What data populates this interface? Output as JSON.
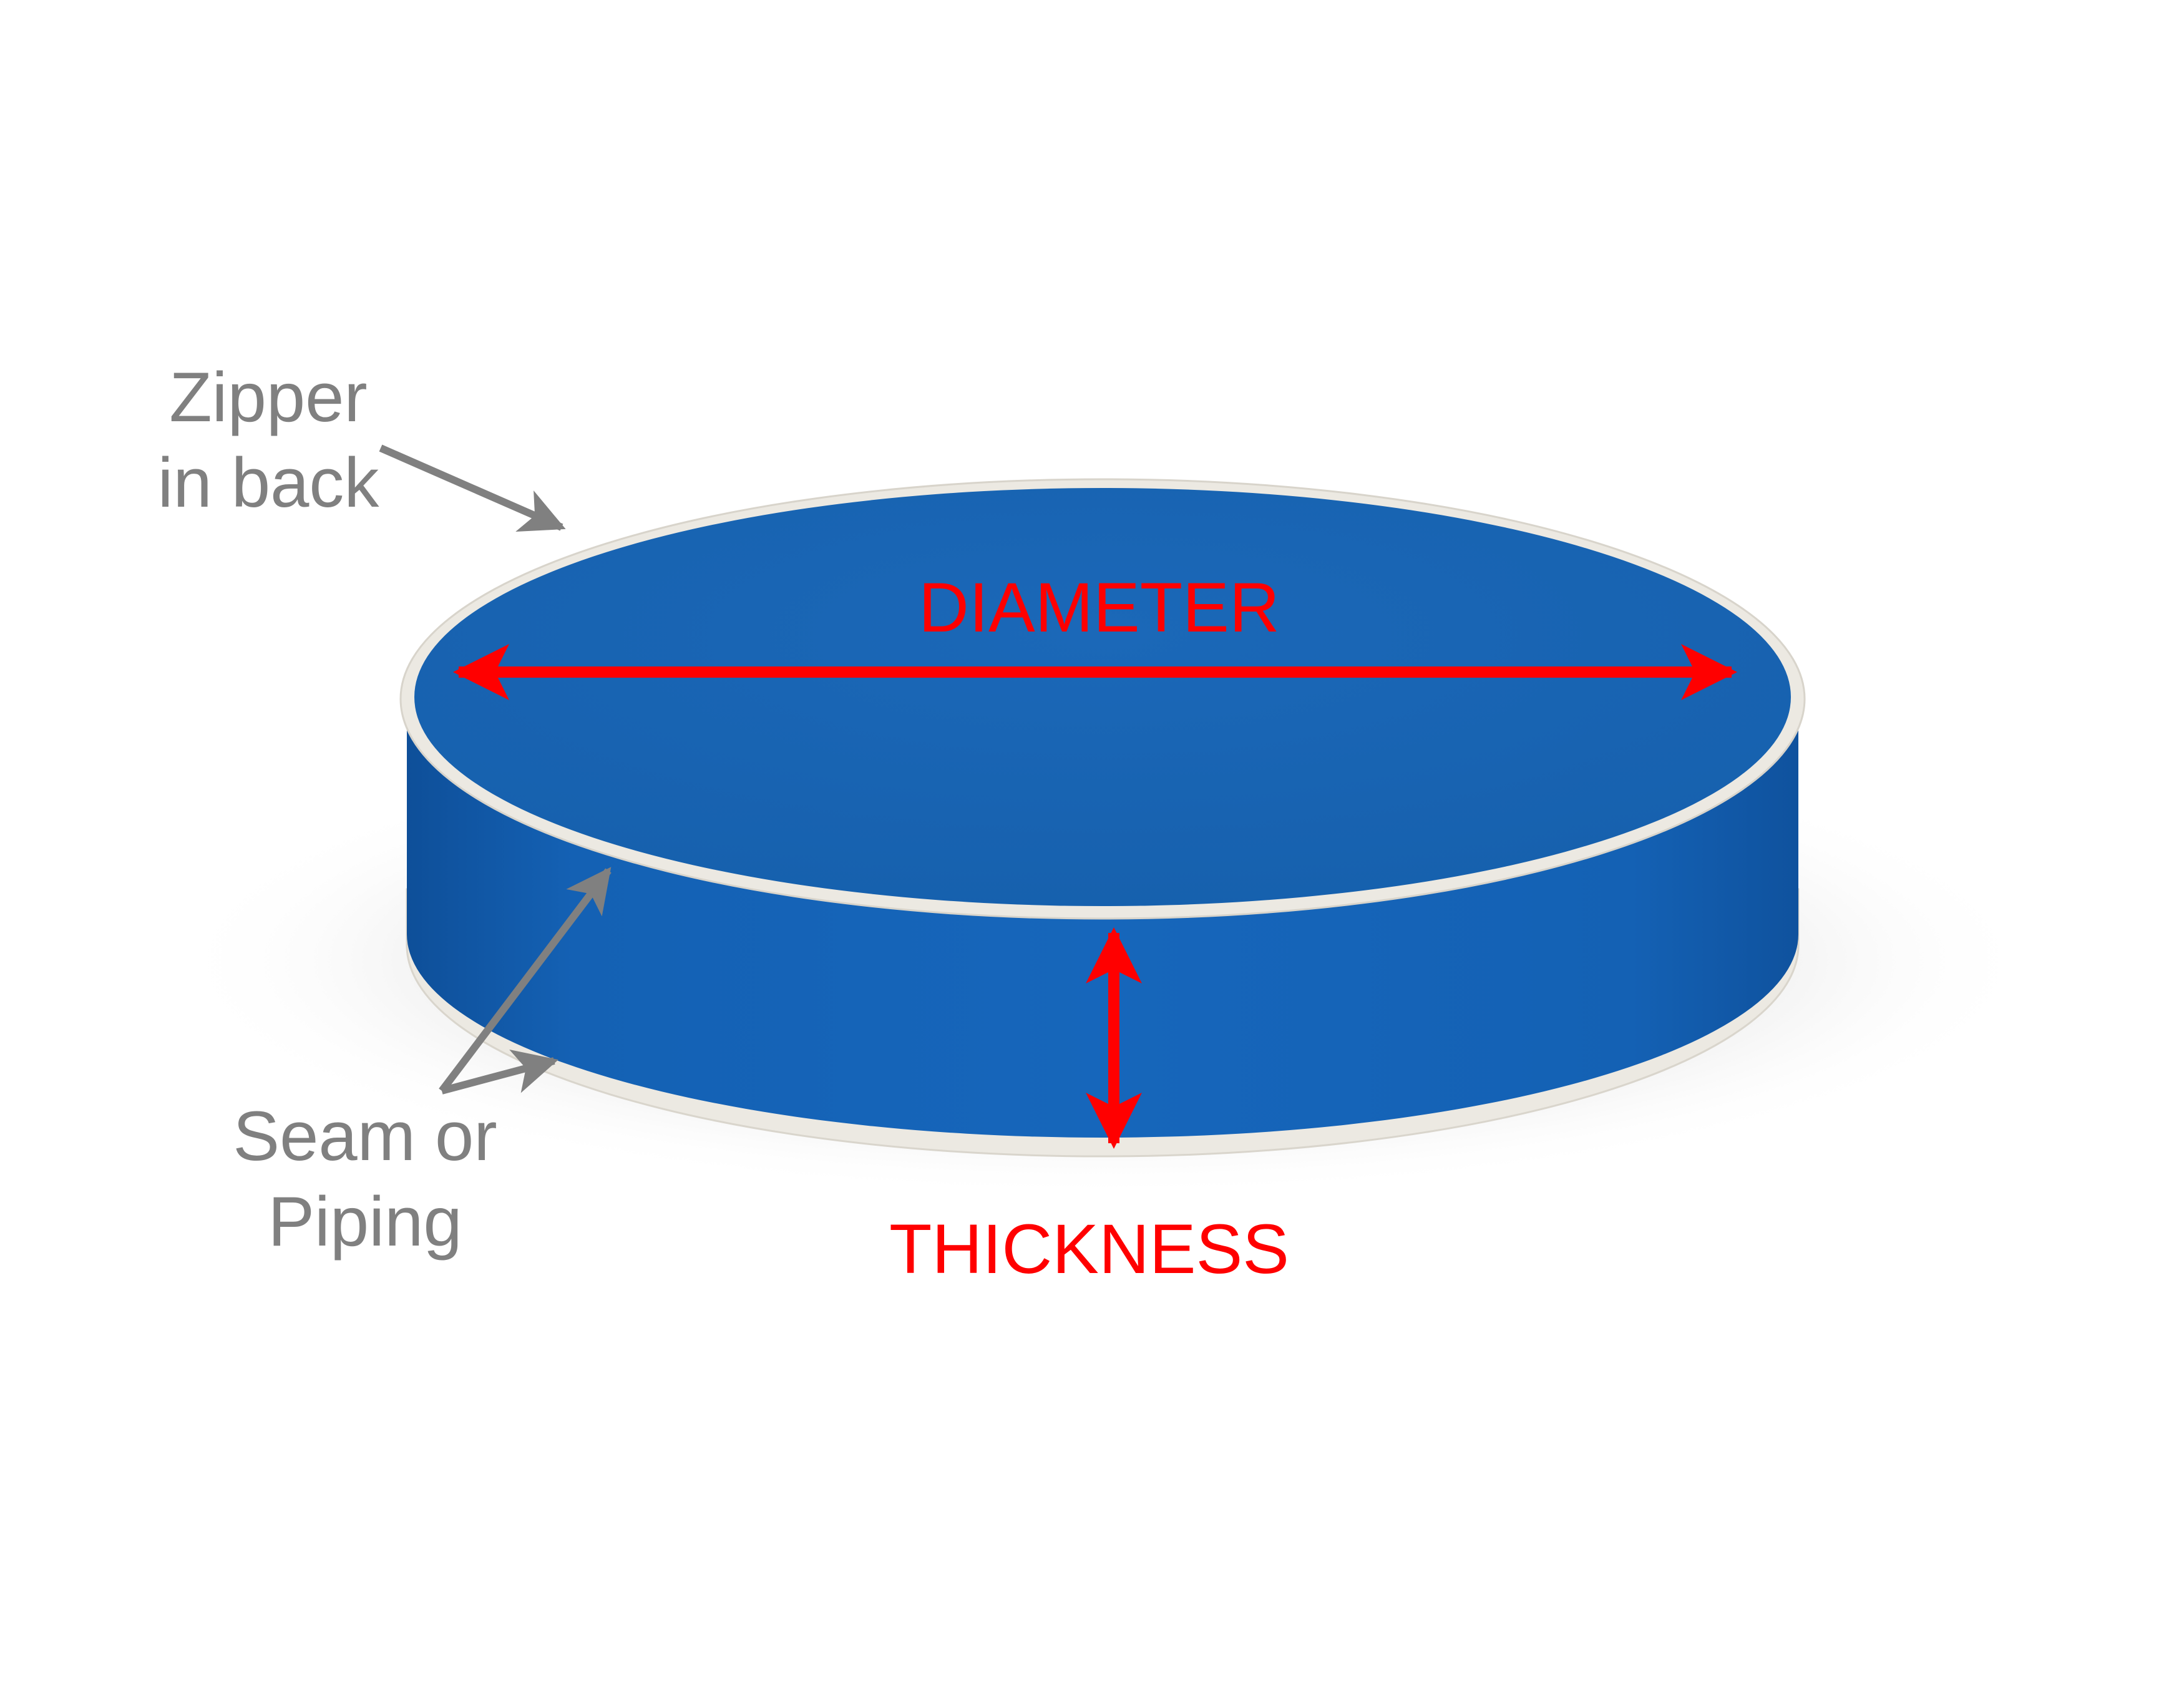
{
  "colors": {
    "background": "#ffffff",
    "cushion_top": "#1a66b5",
    "cushion_side": "#1363b7",
    "piping": "#ece9e2",
    "dimension_arrow": "#ff0000",
    "dimension_text": "#ff0000",
    "callout_arrow": "#808080",
    "callout_text": "#808080"
  },
  "labels": {
    "zipper": [
      "Zipper",
      "in back"
    ],
    "seam": [
      "Seam or",
      "Piping"
    ],
    "diameter": "DIAMETER",
    "thickness": "THICKNESS"
  }
}
